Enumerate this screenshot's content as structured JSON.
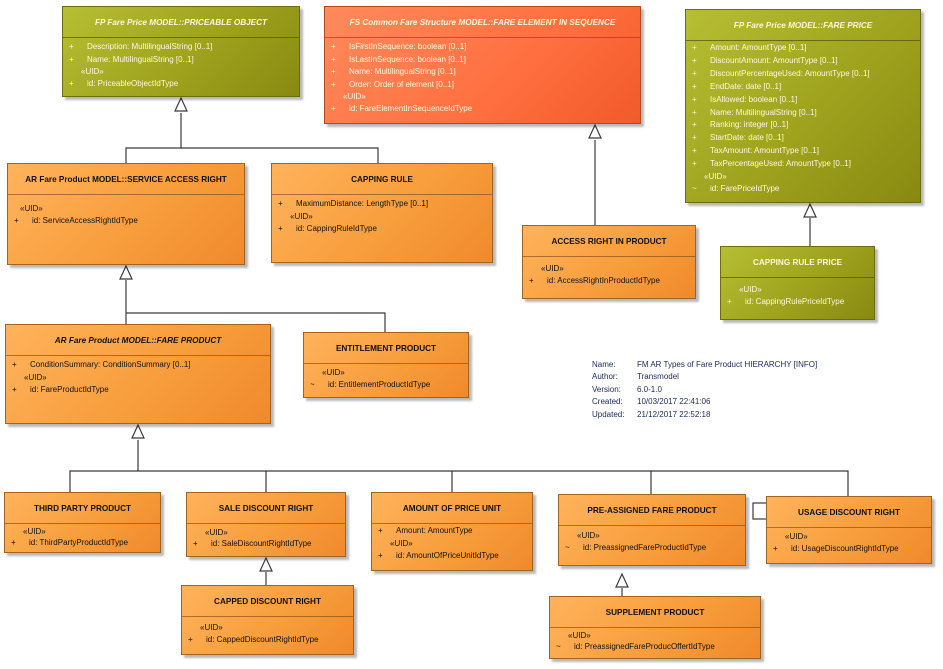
{
  "classes": {
    "priceable": {
      "title": "FP Fare Price MODEL::PRICEABLE OBJECT",
      "attrs": [
        {
          "sym": "+",
          "text": "Description: MultilingualString [0..1]"
        },
        {
          "sym": "+",
          "text": "Name: MultilingualString [0..1]"
        }
      ],
      "stereotype": "«UID»",
      "id": {
        "sym": "+",
        "text": "id: PriceableObjectIdType"
      }
    },
    "fare_element": {
      "title": "FS Common Fare Structure MODEL::FARE ELEMENT IN SEQUENCE",
      "attrs": [
        {
          "sym": "+",
          "text": "IsFirstInSequence: boolean [0..1]"
        },
        {
          "sym": "+",
          "text": "IsLastInSequence: boolean [0..1]"
        },
        {
          "sym": "+",
          "text": "Name: MultilingualString [0..1]"
        },
        {
          "sym": "+",
          "text": "Order: Order of element [0..1]"
        }
      ],
      "stereotype": "«UID»",
      "id": {
        "sym": "+",
        "text": "id: FareElementInSequenceIdType"
      }
    },
    "fare_price": {
      "title": "FP Fare Price MODEL::FARE PRICE",
      "attrs": [
        {
          "sym": "+",
          "text": "Amount: AmountType [0..1]"
        },
        {
          "sym": "+",
          "text": "DiscountAmount: AmountType [0..1]"
        },
        {
          "sym": "+",
          "text": "DiscountPercentageUsed: AmountType [0..1]"
        },
        {
          "sym": "+",
          "text": "EndDate: date [0..1]"
        },
        {
          "sym": "+",
          "text": "IsAllowed: boolean [0..1]"
        },
        {
          "sym": "+",
          "text": "Name: MultilingualString [0..1]"
        },
        {
          "sym": "+",
          "text": "Ranking: integer [0..1]"
        },
        {
          "sym": "+",
          "text": "StartDate: date [0..1]"
        },
        {
          "sym": "+",
          "text": "TaxAmount: AmountType [0..1]"
        },
        {
          "sym": "+",
          "text": "TaxPercentageUsed: AmountType [0..1]"
        }
      ],
      "stereotype": "«UID»",
      "id": {
        "sym": "~",
        "text": "id: FarePriceIdType"
      }
    },
    "service_access": {
      "title": "AR Fare Product MODEL::SERVICE ACCESS RIGHT",
      "attrs": [],
      "stereotype": "«UID»",
      "id": {
        "sym": "+",
        "text": "id: ServiceAccessRightIdType"
      }
    },
    "capping_rule": {
      "title": "CAPPING RULE",
      "attrs": [
        {
          "sym": "+",
          "text": "MaximumDistance: LengthType [0..1]"
        }
      ],
      "stereotype": "«UID»",
      "id": {
        "sym": "+",
        "text": "id: CappingRuleIdType"
      }
    },
    "access_right": {
      "title": "ACCESS RIGHT IN PRODUCT",
      "attrs": [],
      "stereotype": "«UID»",
      "id": {
        "sym": "+",
        "text": "id: AccessRightInProductIdType"
      }
    },
    "capping_rule_price": {
      "title": "CAPPING RULE PRICE",
      "attrs": [],
      "stereotype": "«UID»",
      "id": {
        "sym": "+",
        "text": "id: CappingRulePriceIdType"
      }
    },
    "fare_product": {
      "title": "AR Fare Product MODEL::FARE PRODUCT",
      "attrs": [
        {
          "sym": "+",
          "text": "ConditionSummary: ConditionSummary [0..1]"
        }
      ],
      "stereotype": "«UID»",
      "id": {
        "sym": "+",
        "text": "id: FareProductIdType"
      }
    },
    "entitlement": {
      "title": "ENTITLEMENT PRODUCT",
      "attrs": [],
      "stereotype": "«UID»",
      "id": {
        "sym": "~",
        "text": "id: EntitlementProductIdType"
      }
    },
    "third_party": {
      "title": "THIRD PARTY PRODUCT",
      "attrs": [],
      "stereotype": "«UID»",
      "id": {
        "sym": "+",
        "text": "id: ThirdPartyProductIdType"
      }
    },
    "sale_discount": {
      "title": "SALE DISCOUNT RIGHT",
      "attrs": [],
      "stereotype": "«UID»",
      "id": {
        "sym": "+",
        "text": "id: SaleDiscountRightIdType"
      }
    },
    "amount_price_unit": {
      "title": "AMOUNT OF PRICE UNIT",
      "attrs": [
        {
          "sym": "+",
          "text": "Amount: AmountType"
        }
      ],
      "stereotype": "«UID»",
      "id": {
        "sym": "+",
        "text": "id: AmountOfPriceUnitIdType"
      }
    },
    "preassigned": {
      "title": "PRE-ASSIGNED FARE PRODUCT",
      "attrs": [],
      "stereotype": "«UID»",
      "id": {
        "sym": "~",
        "text": "id: PreassignedFareProductIdType"
      }
    },
    "usage_discount": {
      "title": "USAGE DISCOUNT RIGHT",
      "attrs": [],
      "stereotype": "«UID»",
      "id": {
        "sym": "+",
        "text": "id: UsageDiscountRightIdType"
      }
    },
    "capped_discount": {
      "title": "CAPPED DISCOUNT RIGHT",
      "attrs": [],
      "stereotype": "«UID»",
      "id": {
        "sym": "+",
        "text": "id: CappedDiscountRightIdType"
      }
    },
    "supplement": {
      "title": "SUPPLEMENT PRODUCT",
      "attrs": [],
      "stereotype": "«UID»",
      "id": {
        "sym": "~",
        "text": "id: PreassignedFareProducOffertIdType"
      }
    }
  },
  "info": [
    {
      "label": "Name:",
      "value": "FM AR Types of Fare Product HIERARCHY [INFO]"
    },
    {
      "label": "Author:",
      "value": "Transmodel"
    },
    {
      "label": "Version:",
      "value": "6.0-1.0"
    },
    {
      "label": "Created:",
      "value": "10/03/2017 22:41:06"
    },
    {
      "label": "Updated:",
      "value": "21/12/2017 22:52:18"
    }
  ],
  "colors": {
    "orange": "#f79c3a",
    "olive": "#9ea21d",
    "red": "#ff6f3f",
    "line": "#3a3a3a"
  }
}
